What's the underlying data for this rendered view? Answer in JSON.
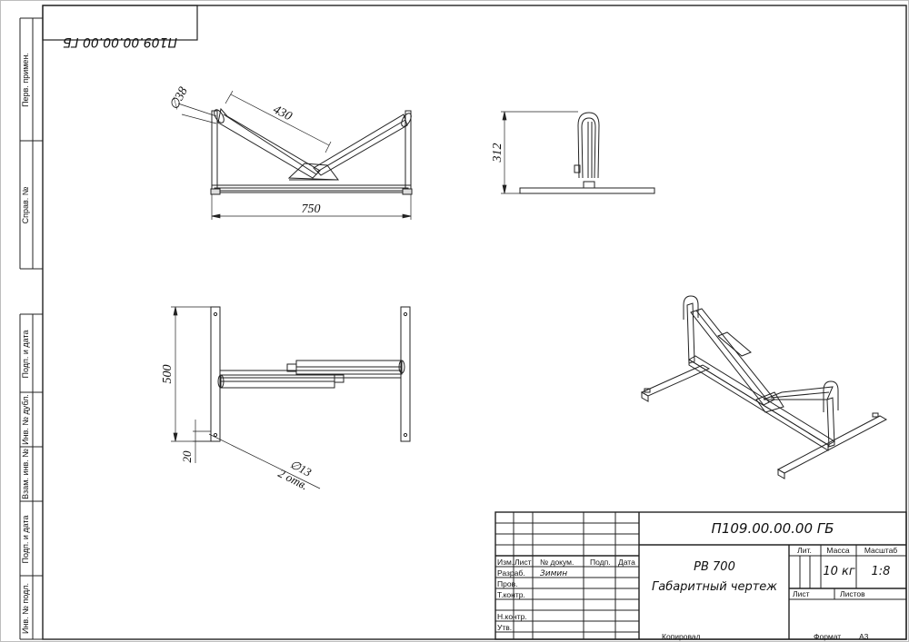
{
  "drawing": {
    "designation": "П109.00.00.00 ГБ",
    "designation_mirrored": "П109.00.00.00 ГБ",
    "product_name": "РВ 700",
    "document_name": "Габаритный чертеж",
    "mass": "10 кг",
    "scale": "1:8"
  },
  "dimensions": {
    "diameter_38": "∅38",
    "length_430": "430",
    "width_750": "750",
    "height_312": "312",
    "depth_500": "500",
    "offset_20": "20",
    "hole_13": "∅13",
    "hole_count": "2 отв."
  },
  "side_stamp": {
    "perv_primen": "Перв. примен.",
    "sprav_no": "Справ. №",
    "podp_data_1": "Подп. и дата",
    "inv_dubl": "Инв. № дубл.",
    "vzam_inv": "Взам. инв. №",
    "podp_data_2": "Подп. и дата",
    "inv_podl": "Инв. № подл."
  },
  "title_block": {
    "izm": "Изм.",
    "list": "Лист",
    "doc_no": "№ докум.",
    "podp": "Подп.",
    "data": "Дата",
    "razrab": "Разраб.",
    "razrab_name": "Зимин",
    "prov": "Пров.",
    "t_kontr": "Т.контр.",
    "n_kontr": "Н.контр.",
    "utv": "Утв.",
    "lit": "Лит.",
    "massa": "Масса",
    "masshtab": "Масштаб",
    "list_label": "Лист",
    "listov": "Листов"
  },
  "footer": {
    "kopiroval": "Копировал",
    "format_label": "Формат",
    "format_value": "А3"
  }
}
